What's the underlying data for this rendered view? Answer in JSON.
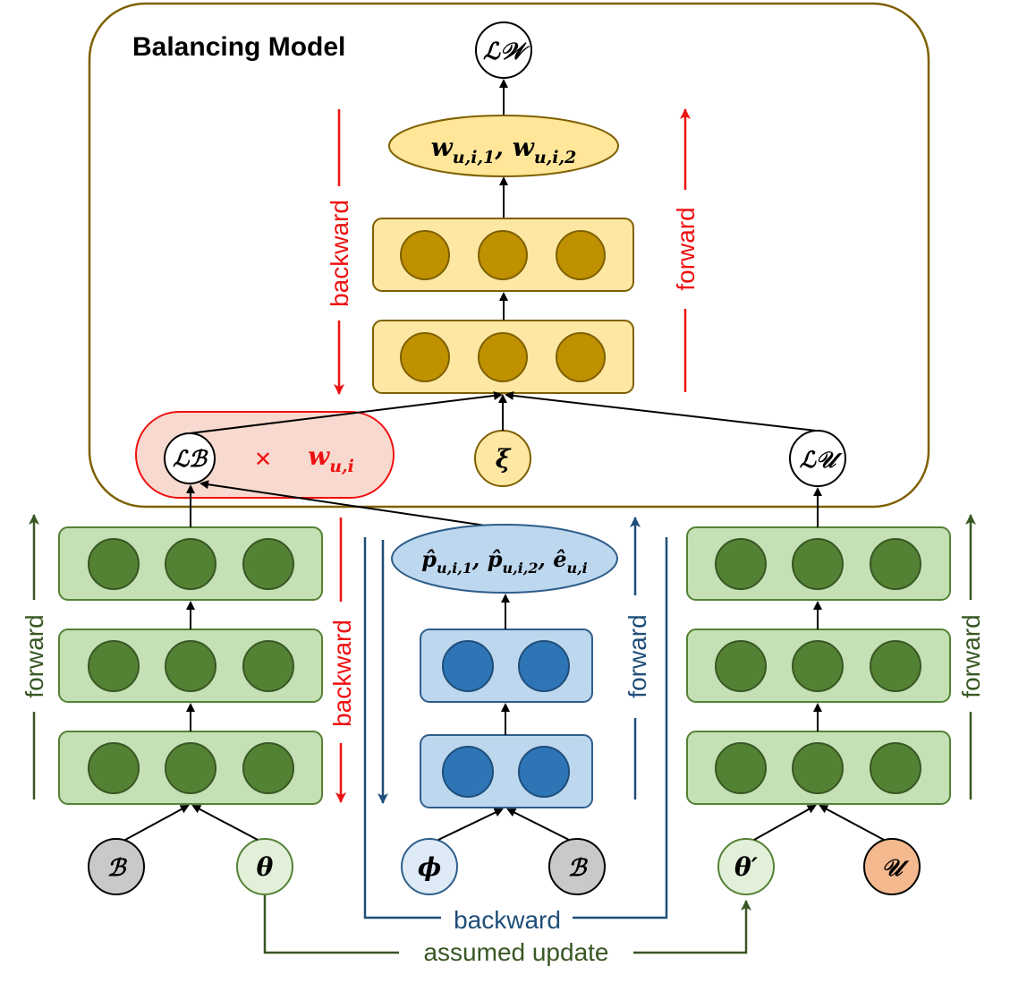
{
  "title": "Balancing Model",
  "colors": {
    "gold_fill": "#fde7a3",
    "gold_border": "#7f6000",
    "gold_node": "#bf9000",
    "gold_ellipse": "#ffe699",
    "green_fill": "#c5e0b4",
    "green_border": "#548235",
    "green_node": "#548235",
    "blue_fill": "#bdd7ee",
    "blue_border": "#2e5d8a",
    "blue_node": "#2e75b6",
    "red": "#ee1111",
    "pink_fill": "#f8d9cf",
    "gray_node": "#c9c9c9",
    "salmon_node": "#f4b98f",
    "light_green_node": "#e2f0d9",
    "light_blue_node": "#deebf7",
    "arrow_green": "#385723",
    "arrow_blue": "#1f4e79"
  },
  "nodes": {
    "loss_w": "ℒ𝒲",
    "loss_b": "ℒℬ",
    "loss_u": "ℒ𝒰",
    "xi": "ξ",
    "multiply": "✕",
    "weight": "w",
    "weight_sub": "u,i",
    "weights_out": "w",
    "weights_sub1": "u,i,1",
    "weights_sep": ", w",
    "weights_sub2": "u,i,2",
    "pred_p1": "p̂",
    "pred_sub1": "u,i,1",
    "pred_p2": ", p̂",
    "pred_sub2": "u,i,2",
    "pred_e": ", ê",
    "pred_sub3": "u,i",
    "input_b_left": "ℬ",
    "input_theta": "θ",
    "input_phi": "ϕ",
    "input_b_mid": "ℬ",
    "input_theta_prime": "θ′",
    "input_u": "𝒰"
  },
  "labels": {
    "backward_top": "backward",
    "forward_top": "forward",
    "forward_left": "forward",
    "backward_mid": "backward",
    "forward_mid": "forward",
    "forward_right": "forward",
    "backward_bottom": "backward",
    "assumed_update": "assumed update"
  }
}
